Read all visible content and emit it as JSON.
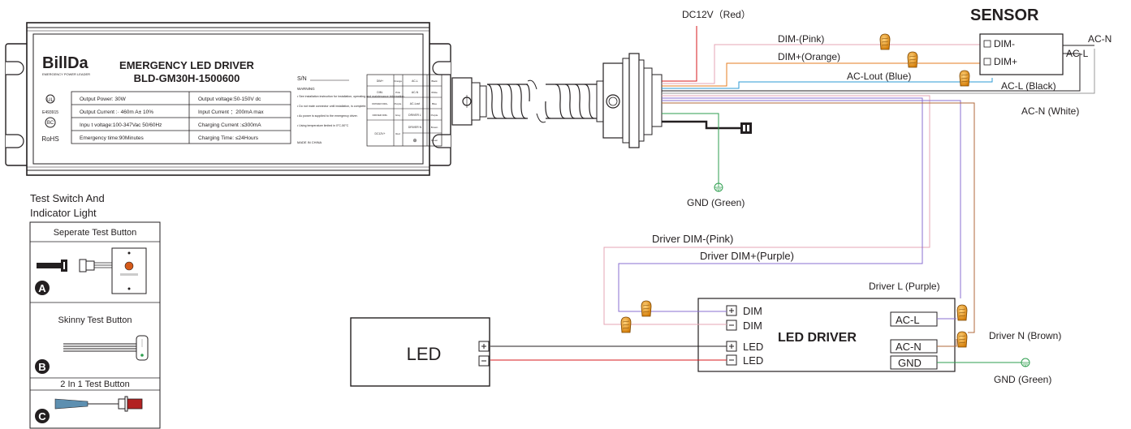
{
  "header": {
    "brand": "BillDa",
    "brand_sub": "EMERGENCY POWER LEADER",
    "product_title": "EMERGENCY   LED DRIVER",
    "model": "BLD-GM30H-1500600",
    "sn_label": "S/N"
  },
  "cert_marks": [
    "UL",
    "E493915",
    "BC",
    "RoHS"
  ],
  "specs": [
    [
      "Output Power:  30W",
      "Output  voltage:50-150V  dc"
    ],
    [
      "Output  Current :· 460m A± 10%",
      "Input Current  ：200mA max"
    ],
    [
      "Inpu t voltage:100-347Vac   50/60Hz",
      "Charging Current :≤300mA"
    ],
    [
      "Emergency time:90Minutes",
      "Charging Time:  ≤24Hours"
    ]
  ],
  "warning": {
    "title": "WARNING",
    "items": [
      "• See installation instruction for installation, operating and maintenance information.",
      "• Do not mate connector until installation, is complete.",
      "• Ac power is supplied to the emergency driver.",
      "• Using temperature limited in 0°C-50°C"
    ],
    "made_in": "MADE IN CHINA"
  },
  "wire_table": [
    [
      "DIM+",
      "Orange",
      "AC-L",
      "Black"
    ],
    [
      "DIM-",
      "Pink",
      "AC-N",
      "White"
    ],
    [
      "DRIVER DIM+",
      "Purple",
      "AC-Lout",
      "Blue"
    ],
    [
      "DRIVER DIM-",
      "Grey",
      "DRIVER L",
      "Purple"
    ],
    [
      "DC12V+",
      "Red",
      "DRIVER N",
      "Brown"
    ],
    [
      "",
      "",
      "⊕",
      "Green"
    ]
  ],
  "labels": {
    "dc12v": "DC12V（Red）",
    "sensor_title": "SENSOR",
    "dim_minus_pink": "DIM-(Pink)",
    "dim_plus_orange": "DIM+(Orange)",
    "ac_lout_blue": "AC-Lout (Blue)",
    "ac_l_black": "AC-L  (Black)",
    "ac_n_white": "AC-N (White)",
    "ac_n": "AC-N",
    "ac_l": "AC-L",
    "gnd_green_top": "GND (Green)",
    "driver_dim_minus_pink": "Driver DIM-(Pink)",
    "driver_dim_plus_purple": "Driver DIM+(Purple)",
    "driver_l_purple": "Driver L (Purple)",
    "driver_n_brown": "Driver N (Brown)",
    "gnd_green_bottom": "GND (Green)"
  },
  "sensor_box": {
    "dim_minus": "DIM-",
    "dim_plus": "DIM+"
  },
  "led_driver": {
    "title": "LED DRIVER",
    "dim_plus": "DIM",
    "dim_minus": "DIM",
    "led_plus": "LED",
    "led_minus": "LED",
    "ac_l": "AC-L",
    "ac_n": "AC-N",
    "gnd": "GND"
  },
  "led_box": {
    "label": "LED"
  },
  "test_panel": {
    "title_line1": "Test Switch And",
    "title_line2": "Indicator Light",
    "option_a_title": "Seperate Test Button",
    "option_b_title": "Skinny Test Button",
    "option_c_title": "2 In 1 Test Button",
    "badge_a": "A",
    "badge_b": "B",
    "badge_c": "C"
  },
  "colors": {
    "red": "#d7191c",
    "pink": "#e6a4b4",
    "orange": "#e67e22",
    "blue": "#2e9bd6",
    "black": "#231f20",
    "purple": "#8a6fd0",
    "brown": "#b06a3b",
    "green": "#2e9e4f",
    "white_wire": "#999999",
    "wire_nut": "#e08a10"
  }
}
